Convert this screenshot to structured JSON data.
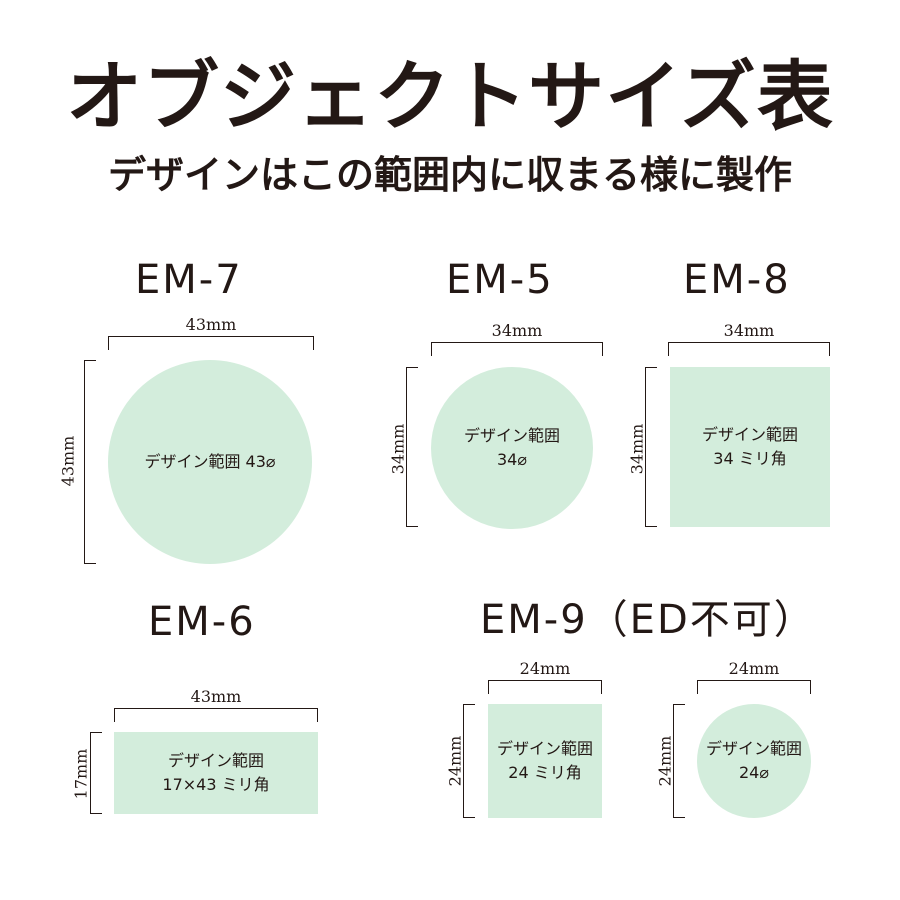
{
  "title": "オブジェクトサイズ表",
  "subtitle": "デザインはこの範囲内に収まる様に製作",
  "em7": {
    "model": "EM-7",
    "width_label": "43mm",
    "height_label": "43mm",
    "text": "デザイン範囲 43⌀"
  },
  "em5": {
    "model": "EM-5",
    "width_label": "34mm",
    "height_label": "34mm",
    "text": "デザイン範囲\n34⌀"
  },
  "em8": {
    "model": "EM-8",
    "width_label": "34mm",
    "height_label": "34mm",
    "text": "デザイン範囲\n34 ミリ角"
  },
  "em6": {
    "model": "EM-6",
    "width_label": "43mm",
    "height_label": "17mm",
    "text": "デザイン範囲\n17×43 ミリ角"
  },
  "em9": {
    "model": "EM-9（ED不可）",
    "square": {
      "width_label": "24mm",
      "height_label": "24mm",
      "text": "デザイン範囲\n24 ミリ角"
    },
    "circle": {
      "width_label": "24mm",
      "height_label": "24mm",
      "text": "デザイン範囲\n24⌀"
    }
  },
  "colors": {
    "fill": "#d3eddc",
    "text": "#231815"
  }
}
